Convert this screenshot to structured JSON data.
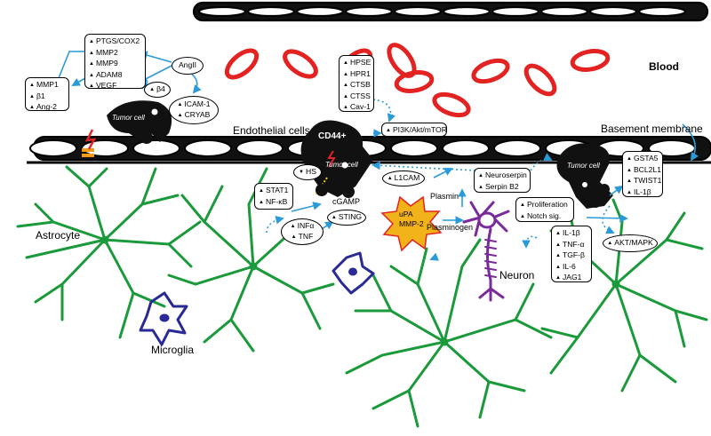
{
  "labels": {
    "blood": "Blood",
    "endothelial_cells": "Endothelial cells",
    "basement_membrane": "Basement membrane",
    "astrocyte": "Astrocyte",
    "microglia": "Microglia",
    "neuron": "Neuron",
    "cd44": "CD44+",
    "tumor_cell": "Tumor cell",
    "cgamp": "cGAMP",
    "plasmin": "Plasmin",
    "plasminogen": "Plasminogen"
  },
  "boxes": {
    "ptgs_group": [
      "PTGS/COX2",
      "MMP2",
      "MMP9",
      "ADAM8",
      "VEGF"
    ],
    "mmp1_group": [
      "MMP1",
      "β1",
      "Ang-2"
    ],
    "angii": "AngII",
    "beta4": "β4",
    "icam_group": [
      "ICAM-1",
      "CRYAB"
    ],
    "hpse_group": [
      "HPSE",
      "HPR1",
      "CTSB",
      "CTSS",
      "Cav-1"
    ],
    "pi3k": "PI3K/Akt/mTOR",
    "hs": "HS",
    "l1cam": "L1CAM",
    "stat_group": [
      "STAT1",
      "NF-κB"
    ],
    "sting": "STING",
    "inf_group": [
      "INFα",
      "TNF"
    ],
    "upa_group": [
      "uPA",
      "MMP-2"
    ],
    "neuroserpin_group": [
      "Neuroserpin",
      "Serpin B2"
    ],
    "prolif_group": [
      "Proliferation",
      "Notch sig."
    ],
    "gsta_group": [
      "GSTA5",
      "BCL2L1",
      "TWIST1",
      "IL-1β"
    ],
    "il_group": [
      "IL-1β",
      "TNF-α",
      "TGF-β",
      "IL-6",
      "JAG1"
    ],
    "akt": "AKT/MAPK"
  },
  "colors": {
    "astrocyte": "#1a9a3a",
    "microglia": "#2a2a96",
    "neuron": "#7a2a9a",
    "rbc": "#e32222",
    "arrow_blue": "#2a9ad8",
    "upa_burst": "#f2b21a"
  }
}
